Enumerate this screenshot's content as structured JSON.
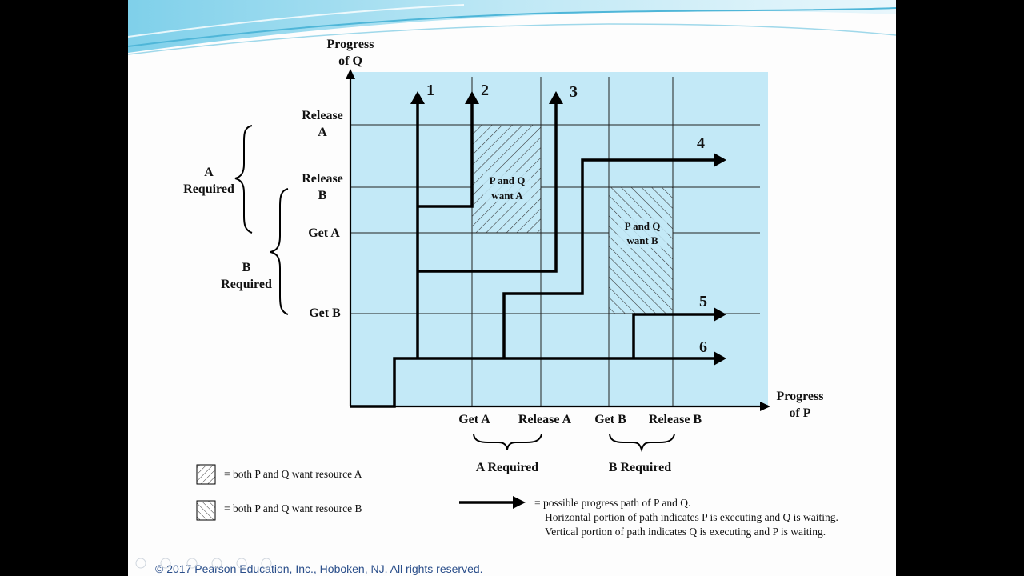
{
  "axes": {
    "y_title": [
      "Progress",
      "of Q"
    ],
    "x_title": [
      "Progress",
      "of P"
    ],
    "y_ticks": [
      {
        "lines": [
          "Release",
          "A"
        ]
      },
      {
        "lines": [
          "Release",
          "B"
        ]
      },
      {
        "lines": [
          "Get A"
        ]
      },
      {
        "lines": [
          "Get B"
        ]
      }
    ],
    "x_ticks": [
      "Get A",
      "Release A",
      "Get B",
      "Release B"
    ]
  },
  "braces": {
    "a_required_left": [
      "A",
      "Required"
    ],
    "b_required_left": [
      "B",
      "Required"
    ],
    "a_required_bottom": "A Required",
    "b_required_bottom": "B Required"
  },
  "zones": {
    "zone_a": [
      "P and Q",
      "want A"
    ],
    "zone_b": [
      "P and Q",
      "want B"
    ]
  },
  "paths": [
    "1",
    "2",
    "3",
    "4",
    "5",
    "6"
  ],
  "legend": {
    "hatch_a": "= both P and Q want resource A",
    "hatch_b": "= both P and Q want resource B",
    "arrow_lines": [
      "= possible progress path of P  and Q.",
      "Horizontal portion of path indicates P  is executing and Q is waiting.",
      "Vertical portion of path indicates Q is executing and P  is waiting."
    ]
  },
  "footer": "© 2017 Pearson Education, Inc., Hoboken, NJ. All rights reserved.",
  "colors": {
    "plot_bg": "#c3e9f7",
    "header_wave": "#5bbfe0",
    "ink": "#111111"
  }
}
